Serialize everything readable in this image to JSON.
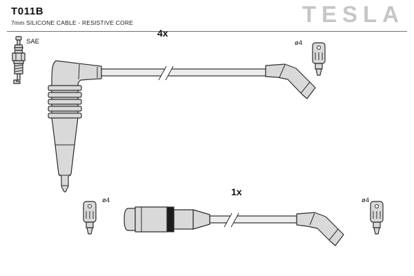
{
  "header": {
    "part_number": "T011B",
    "subtitle": "7mm SILICONE CABLE - RESISTIVE CORE",
    "brand": "TESLA"
  },
  "diagram": {
    "spark_plug_standard": "SAE",
    "cable_top": {
      "quantity": "4x",
      "terminal_diameter": "ø4"
    },
    "cable_bottom": {
      "quantity": "1x",
      "terminal_left_diameter": "ø4",
      "terminal_right_diameter": "ø4"
    }
  },
  "colors": {
    "brand_gray": "#c6c6c6",
    "part_fill": "#d9d9d9",
    "part_outline": "#2b2b2b"
  }
}
